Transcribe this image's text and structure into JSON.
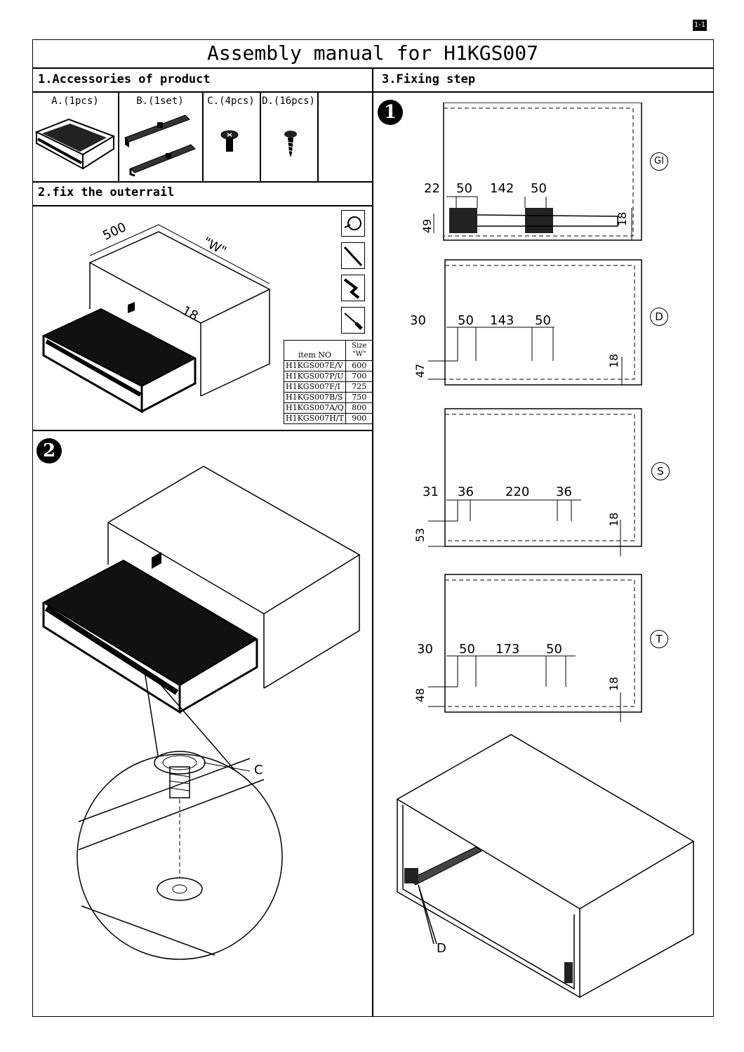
{
  "page_number": "1-1",
  "title": "Assembly manual for H1KGS007",
  "section1": {
    "heading": "1.Accessories of product",
    "items": [
      {
        "label": "A.(1pcs)"
      },
      {
        "label": "B.(1set)"
      },
      {
        "label": "C.(4pcs)"
      },
      {
        "label": "D.(16pcs)"
      }
    ]
  },
  "section2": {
    "heading": "2.fix the outerrail",
    "dims": {
      "depth": "500",
      "width": "\"W\"",
      "offset": "18"
    },
    "tools": [
      "tape-measure-icon",
      "pencil-icon",
      "drill-icon",
      "screwdriver-icon"
    ],
    "table": {
      "header_item": "item NO",
      "header_size": "Size \"W\"",
      "rows": [
        {
          "item": "H1KGS007E/V",
          "size": "600"
        },
        {
          "item": "H1KGS007P/U",
          "size": "700"
        },
        {
          "item": "H1KGS007F/I",
          "size": "725"
        },
        {
          "item": "H1KGS007B/S",
          "size": "750"
        },
        {
          "item": "H1KGS007A/Q",
          "size": "800"
        },
        {
          "item": "H1KGS007H/T",
          "size": "900"
        }
      ]
    }
  },
  "step2": {
    "badge": "2",
    "callout": "C"
  },
  "section3": {
    "heading": "3.Fixing step",
    "badge": "1",
    "panels": [
      {
        "letter": "GI",
        "a": "22",
        "b": "50",
        "c": "142",
        "d": "50",
        "vert": "49",
        "right": "18"
      },
      {
        "letter": "D",
        "a": "30",
        "b": "50",
        "c": "143",
        "d": "50",
        "vert": "47",
        "right": "18"
      },
      {
        "letter": "S",
        "a": "31",
        "b": "36",
        "c": "220",
        "d": "36",
        "vert": "53",
        "right": "18"
      },
      {
        "letter": "T",
        "a": "30",
        "b": "50",
        "c": "173",
        "d": "50",
        "vert": "48",
        "right": "18"
      }
    ],
    "callout": "D"
  }
}
